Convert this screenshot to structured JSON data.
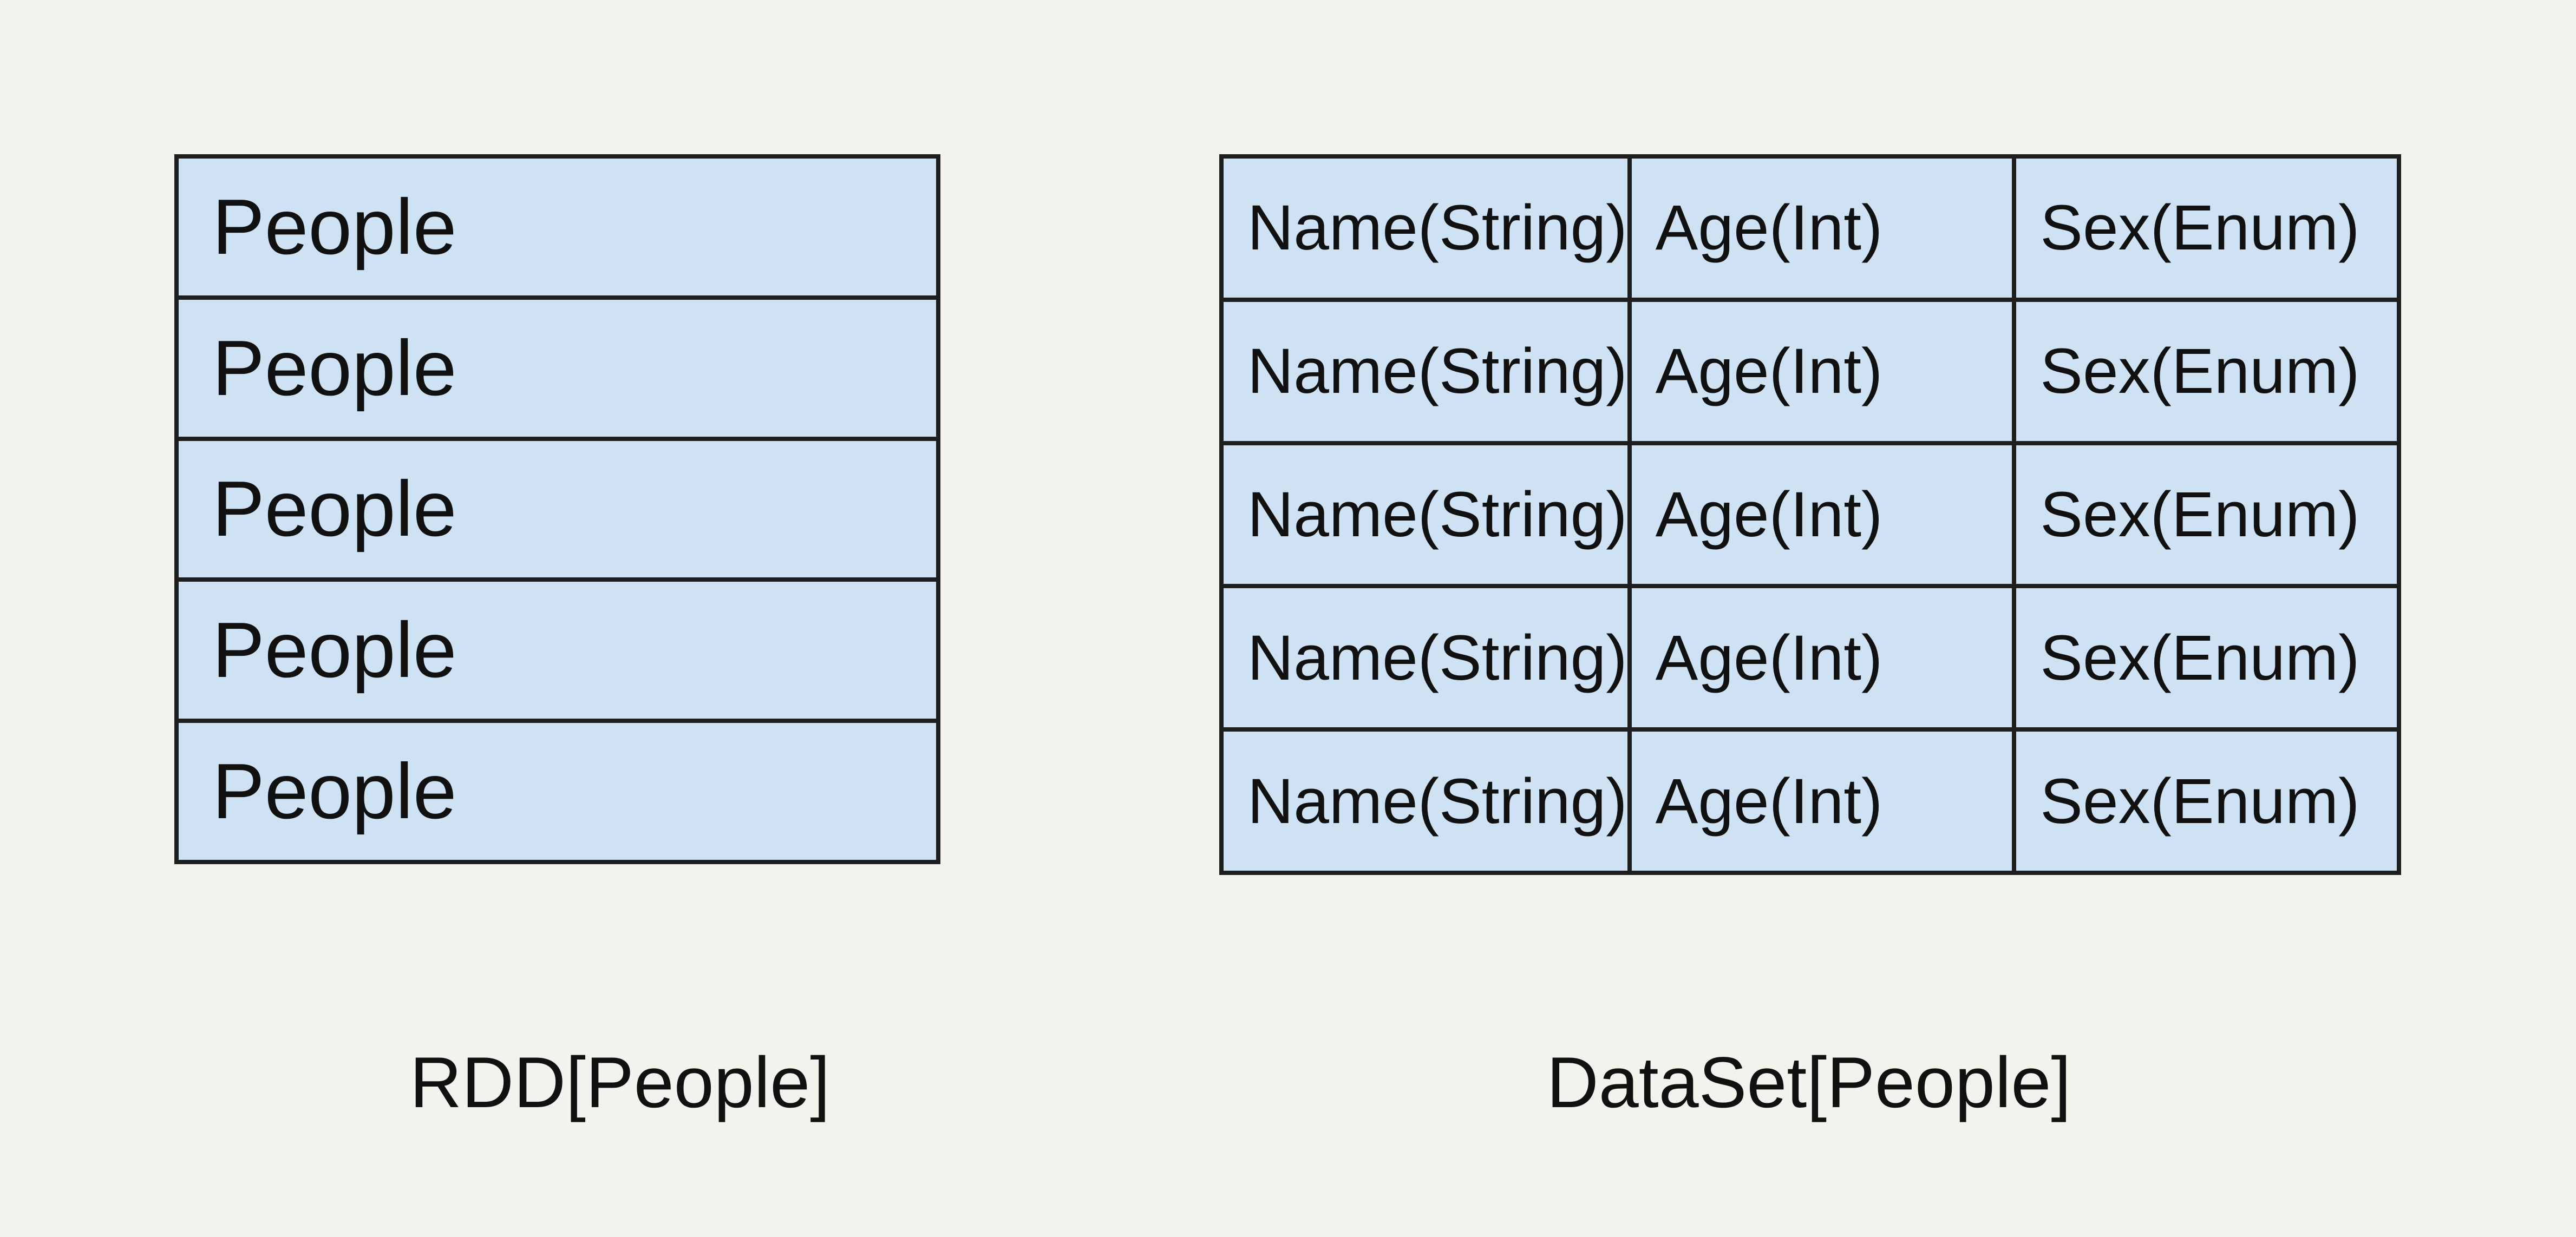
{
  "palette": {
    "background": "#f4f2ed",
    "cell_fill": "#cfe2f3",
    "border": "#1e1e1e",
    "text": "#111111"
  },
  "rdd": {
    "caption": "RDD[People]",
    "rows": [
      "People",
      "People",
      "People",
      "People",
      "People"
    ]
  },
  "dataset": {
    "caption": "DataSet[People]",
    "rows": [
      [
        "Name(String)",
        "Age(Int)",
        "Sex(Enum)"
      ],
      [
        "Name(String)",
        "Age(Int)",
        "Sex(Enum)"
      ],
      [
        "Name(String)",
        "Age(Int)",
        "Sex(Enum)"
      ],
      [
        "Name(String)",
        "Age(Int)",
        "Sex(Enum)"
      ],
      [
        "Name(String)",
        "Age(Int)",
        "Sex(Enum)"
      ]
    ]
  }
}
